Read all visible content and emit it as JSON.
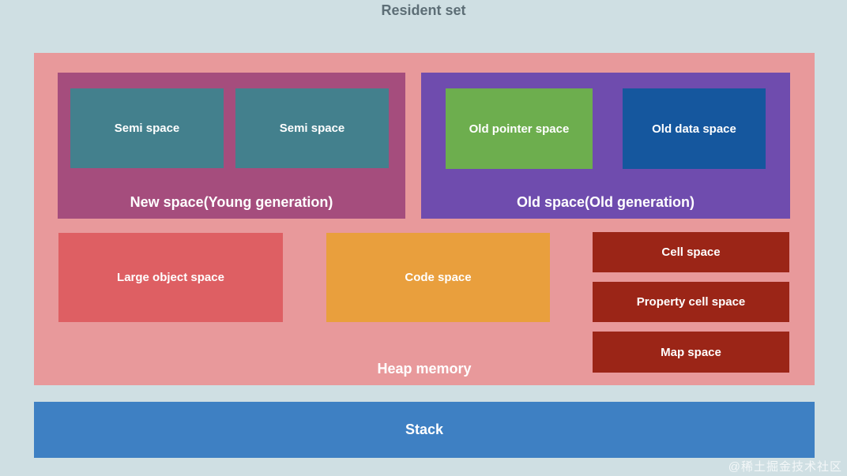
{
  "title": "Resident set",
  "watermark": "@稀土掘金技术社区",
  "colors": {
    "background": "#cfdfe3",
    "heap": "#e8999b",
    "new_space": "#a54d7d",
    "semi_space": "#43808d",
    "old_space": "#6f4cae",
    "old_pointer_space": "#6dae4e",
    "old_data_space": "#15579e",
    "large_object_space": "#de5f63",
    "code_space": "#e99f3d",
    "cell_boxes": "#9b2517",
    "stack": "#3e80c3",
    "title_text": "#5d6e76",
    "label_text": "#ffffff"
  },
  "heap": {
    "label": "Heap memory",
    "new_space": {
      "label": "New space(Young generation)",
      "children": [
        "Semi space",
        "Semi space"
      ]
    },
    "old_space": {
      "label": "Old space(Old generation)",
      "children": [
        "Old pointer space",
        "Old data space"
      ]
    },
    "large_object_space": "Large object space",
    "code_space": "Code space",
    "side_boxes": [
      "Cell space",
      "Property cell space",
      "Map space"
    ]
  },
  "stack": {
    "label": "Stack"
  }
}
